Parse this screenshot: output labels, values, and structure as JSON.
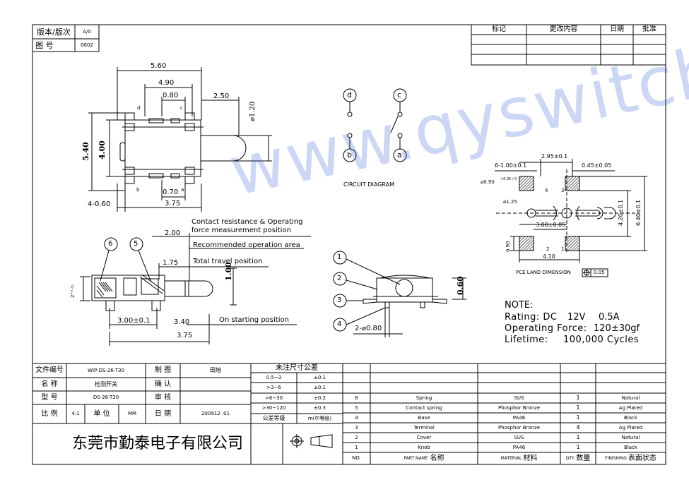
{
  "header": {
    "version_label": "版本/版次",
    "version_value": "A/0",
    "drawing_no_label": "图 号",
    "drawing_no_value": "0002"
  },
  "revision_table": {
    "headers": [
      "标记",
      "更改内容",
      "日期",
      "批准"
    ]
  },
  "watermark": "www.qyswitch.com",
  "top_view": {
    "dims": {
      "overall_length": "5.60",
      "body_length": "4.90",
      "pin_pitch": "0.80",
      "knob_length": "2.50",
      "knob_dia": "⌀1.20",
      "width_outer": "5.40",
      "width_inner": "4.00",
      "pin_width": "0.70",
      "pin_span": "3.75",
      "pin_count_pitch": "4-0.60"
    },
    "pin_labels": [
      "d",
      "c",
      "b",
      "a"
    ]
  },
  "circuit": {
    "terminals": [
      "d",
      "c",
      "b",
      "a"
    ],
    "caption": "CIRCUIT DIAGRAM"
  },
  "pcb": {
    "dims": {
      "top_pitch": "2.95±0.1",
      "left_w": "6-1.00±0.1",
      "right_w": "0.45±0.05",
      "hole_dia": "⌀0.90",
      "hole_tol": "+0.05 / 0",
      "knob_hole": "⌀1.25",
      "center_pitch": "3.00±0.05",
      "left_h": "0.90",
      "span": "4.10",
      "inner_h": "4.20±0.1",
      "outer_h": "6.40±0.1"
    },
    "pad_numbers": [
      "4",
      "3",
      "2",
      "1"
    ],
    "caption": "PCE LAND DIMENSION",
    "tolerance_symbol": "⌖",
    "tolerance_value": "0.05"
  },
  "side_view": {
    "callouts": [
      "6",
      "5"
    ],
    "dims": {
      "d200": "2.00",
      "d175": "1.75",
      "d100": "1.00",
      "d300": "3.00±0.1",
      "d340": "3.40",
      "d375": "3.75",
      "height": "2⁺⁰·³₀"
    },
    "labels": {
      "contact_1": "Contact  resistance  &  Operating",
      "contact_2": "force measurement position",
      "recommended": "Recommended operation area",
      "travel": "Total travel position",
      "starting": "On starting position"
    }
  },
  "front_view": {
    "callouts": [
      "1",
      "2",
      "3",
      "4"
    ],
    "dims": {
      "height": "0.60",
      "pin_dia": "2-⌀0.80"
    }
  },
  "notes": {
    "title": "NOTE:",
    "rating_label": "Rating:  DC",
    "rating_voltage": "12V",
    "rating_current": "0.5A",
    "force_label": "Operating  Force:",
    "force_value": "120±30gf",
    "life_label": "Lifetime:",
    "life_value": "100,000  Cycles"
  },
  "title_block": {
    "file_no_label": "文件编号",
    "file_no_value": "WIP-DS-26-T30",
    "name_label": "名 称",
    "name_value": "检测开关",
    "model_label": "型 号",
    "model_value": "DS-26-T30",
    "scale_label": "比 例",
    "scale_value": "4:1",
    "unit_label": "单 位",
    "unit_value": "MM",
    "drawn_label": "制 图",
    "drawn_value": "田旭",
    "confirm_label": "确 认",
    "review_label": "审 核",
    "date_label": "日 期",
    "date_value": "200912 .01",
    "company": "东莞市勤泰电子有限公司"
  },
  "tolerance_table": {
    "title": "未注尺寸公差",
    "rows": [
      {
        "range": "0.5~3",
        "tol": "±0.1"
      },
      {
        "range": ">3~6",
        "tol": "±0.1"
      },
      {
        "range": ">6~30",
        "tol": "±0.2"
      },
      {
        "range": ">30~120",
        "tol": "±0.3"
      }
    ],
    "grade_label": "公差等级",
    "grade_value": "m(中等级)"
  },
  "bom": {
    "rows": [
      {
        "no": "6",
        "name": "Spring",
        "material": "SUS",
        "qty": "1",
        "finish": "Natural"
      },
      {
        "no": "5",
        "name": "Contact spring",
        "material": "Phosphor Bronze",
        "qty": "1",
        "finish": "Ag Plated"
      },
      {
        "no": "4",
        "name": "Base",
        "material": "PA46",
        "qty": "1",
        "finish": "Black"
      },
      {
        "no": "3",
        "name": "Terminal",
        "material": "Phosphor Bronze",
        "qty": "4",
        "finish": "Ag Plated"
      },
      {
        "no": "2",
        "name": "Cover",
        "material": "SUS",
        "qty": "1",
        "finish": "Natural"
      },
      {
        "no": "1",
        "name": "Knob",
        "material": "PA46",
        "qty": "1",
        "finish": "Black"
      }
    ],
    "headers": {
      "no": "NO.",
      "part_name_en": "PART NAME",
      "part_name_cn": "名称",
      "material_en": "MATERIAL",
      "material_cn": "材料",
      "qty_en": "QTY.",
      "qty_cn": "数量",
      "finish_en": "FINISHING",
      "finish_cn": "表面状态"
    }
  }
}
